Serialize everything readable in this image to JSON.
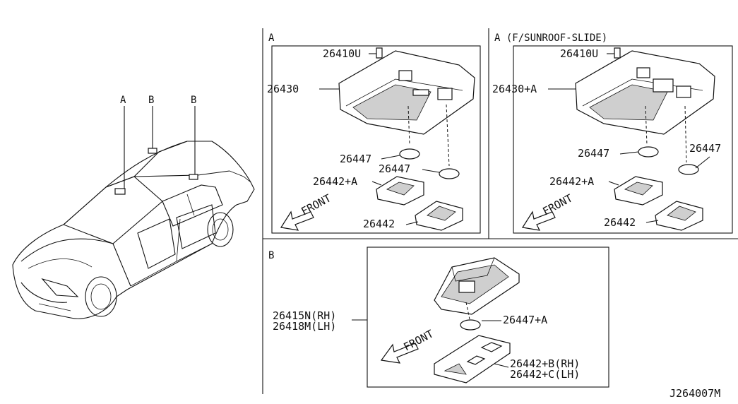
{
  "car": {
    "label_a": "A",
    "label_b1": "B",
    "label_b2": "B"
  },
  "section_a": {
    "title": "A",
    "parts": {
      "clip": "26410U",
      "assembly": "26430",
      "bulb1": "26447",
      "bulb2": "26447",
      "lens1": "26442+A",
      "lens2": "26442",
      "front": "FRONT"
    }
  },
  "section_a_sunroof": {
    "title": "A (F/SUNROOF-SLIDE)",
    "parts": {
      "clip": "26410U",
      "assembly": "26430+A",
      "bulb1": "26447",
      "bulb2": "26447",
      "lens1": "26442+A",
      "lens2": "26442",
      "front": "FRONT"
    }
  },
  "section_b": {
    "title": "B",
    "parts": {
      "lamp_rh": "26415N(RH)",
      "lamp_lh": "26418M(LH)",
      "bulb": "26447+A",
      "lens_rh": "26442+B(RH)",
      "lens_lh": "26442+C(LH)",
      "front": "FRONT"
    }
  },
  "diagram_code": "J264007M"
}
